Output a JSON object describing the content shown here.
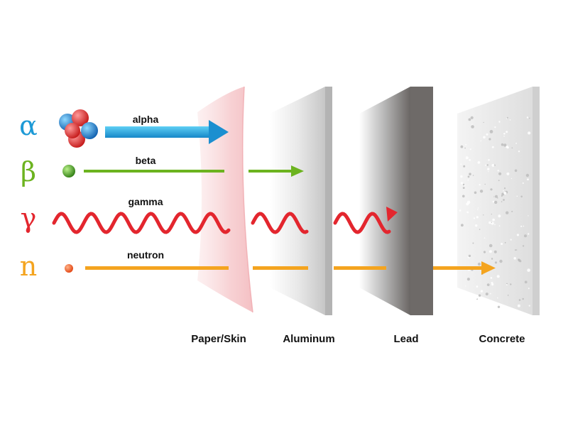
{
  "radiation": [
    {
      "symbol": "α",
      "name": "alpha",
      "color": "#1e9ad6",
      "icon": "helium-nucleus-icon",
      "stopped_by": "Paper/Skin"
    },
    {
      "symbol": "β",
      "name": "beta",
      "color": "#6cb31f",
      "icon": "electron-sphere-icon",
      "stopped_by": "Aluminum"
    },
    {
      "symbol": "γ",
      "name": "gamma",
      "color": "#e3262e",
      "icon": "wave-icon",
      "stopped_by": "Lead"
    },
    {
      "symbol": "n",
      "name": "neutron",
      "color": "#f4a41f",
      "icon": "neutron-sphere-icon",
      "stopped_by": "Concrete"
    }
  ],
  "barriers": [
    {
      "label": "Paper/Skin",
      "color": "#f6c9cc"
    },
    {
      "label": "Aluminum",
      "color": "#d4d4d4"
    },
    {
      "label": "Lead",
      "color": "#6e6a68"
    },
    {
      "label": "Concrete",
      "color": "#e2e2e2"
    }
  ]
}
